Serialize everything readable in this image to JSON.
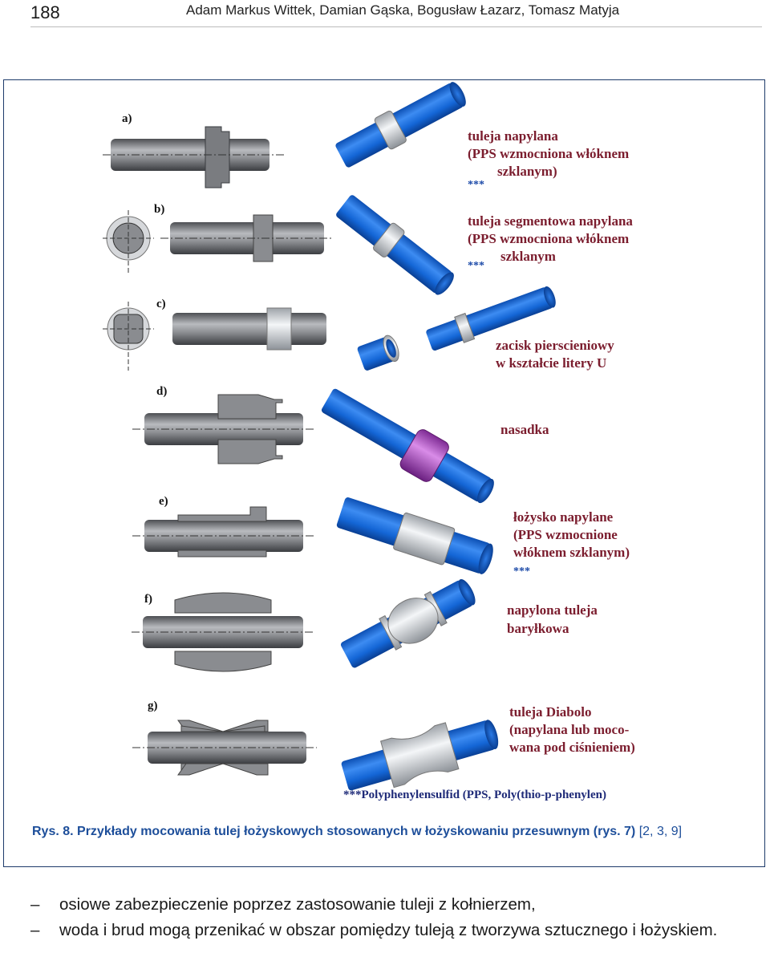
{
  "header": {
    "page_number": "188",
    "authors": "Adam Markus Wittek, Damian Gąska, Bogusław Łazarz, Tomasz Matyja"
  },
  "figure": {
    "parts": [
      {
        "label": "a)",
        "desc": [
          "tuleja napylana",
          "(PPS wzmocniona włóknem",
          "szklanym)"
        ],
        "stars": "***"
      },
      {
        "label": "b)",
        "desc": [
          "tuleja segmentowa napylana",
          "(PPS wzmocniona włóknem",
          "szklanym"
        ],
        "stars": "***"
      },
      {
        "label": "c)",
        "desc": [
          "zacisk pierscieniowy",
          "w kształcie litery U"
        ],
        "stars": ""
      },
      {
        "label": "d)",
        "desc": [
          "nasadka"
        ],
        "stars": ""
      },
      {
        "label": "e)",
        "desc": [
          "łożysko napylane",
          "(PPS wzmocnione",
          "włóknem szklanym)"
        ],
        "stars": "***"
      },
      {
        "label": "f)",
        "desc": [
          "napylona tuleja",
          "baryłkowa"
        ],
        "stars": ""
      },
      {
        "label": "g)",
        "desc": [
          "tuleja Diabolo",
          "(napylana lub moco-",
          "wana pod ciśnieniem)"
        ],
        "stars": ""
      }
    ],
    "footnote": "***Polyphenylensulfid (PPS, Poly(thio-p-phenylen)",
    "colors": {
      "rod_blue": "#1466d6",
      "rod_gray": "#8a8c90",
      "sleeve": "#d9dde2",
      "magenta": "#b04cc4",
      "text_red": "#7b1d2e"
    }
  },
  "caption": {
    "main": "Rys. 8. Przykłady mocowania tulej łożyskowych stosowanych w łożyskowaniu przesuwnym (rys. 7)",
    "refs": "[2, 3, 9]"
  },
  "bullets": [
    {
      "dash": "–",
      "text": "osiowe zabezpieczenie poprzez zastosowanie tuleji z kołnierzem,"
    },
    {
      "dash": "–",
      "text": "woda i brud mogą przenikać w obszar pomiędzy tuleją z tworzywa sztucznego i łożyskiem."
    }
  ]
}
